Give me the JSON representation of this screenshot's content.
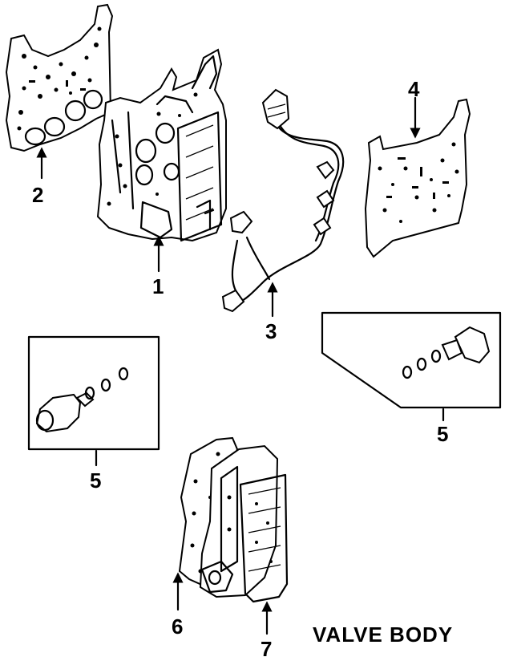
{
  "title": "VALVE BODY",
  "callouts": [
    {
      "id": "c1",
      "label": "1"
    },
    {
      "id": "c2",
      "label": "2"
    },
    {
      "id": "c3",
      "label": "3"
    },
    {
      "id": "c4",
      "label": "4"
    },
    {
      "id": "c5a",
      "label": "5"
    },
    {
      "id": "c5b",
      "label": "5"
    },
    {
      "id": "c6",
      "label": "6"
    },
    {
      "id": "c7",
      "label": "7"
    }
  ]
}
